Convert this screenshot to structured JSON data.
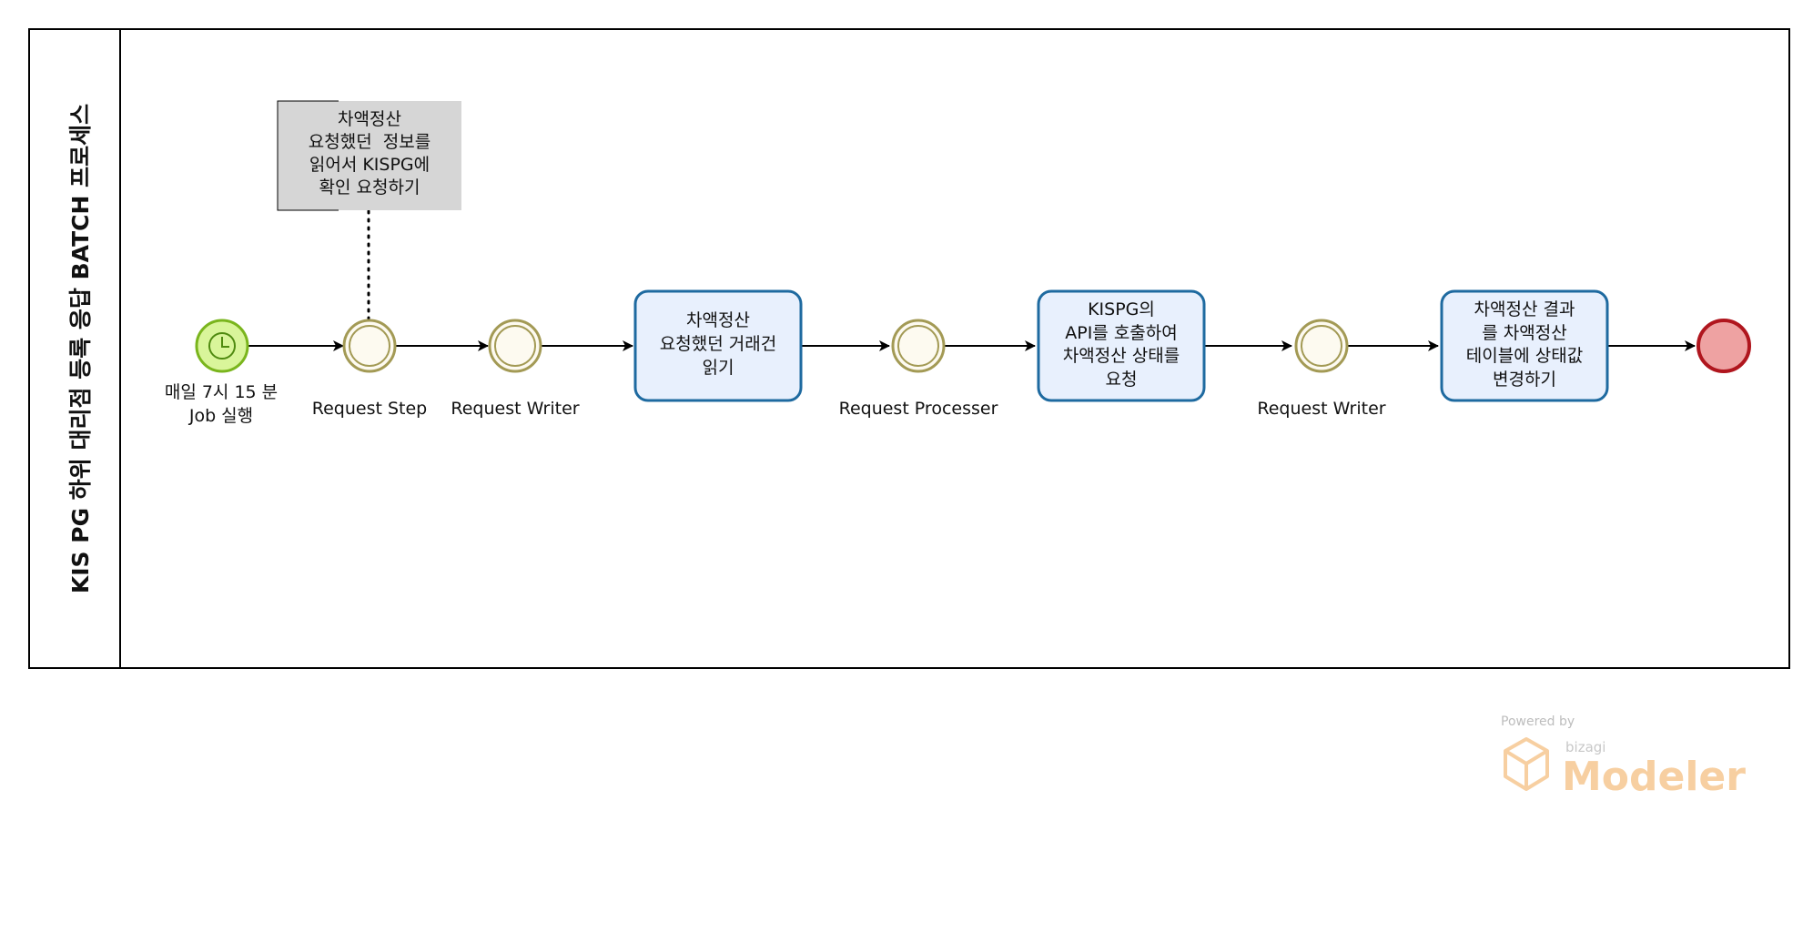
{
  "pool": {
    "title": "KIS PG 하위 대리점 등록 응답 BATCH 프로세스"
  },
  "start_event": {
    "label_lines": [
      "매일 7시 15 분",
      "Job 실행"
    ]
  },
  "annotation": {
    "lines": [
      "차액정산",
      "요청했던  정보를",
      "읽어서 KISPG에",
      "확인 요청하기"
    ]
  },
  "events": [
    {
      "label": "Request Step"
    },
    {
      "label": "Request Writer"
    },
    {
      "label": "Request Processer"
    },
    {
      "label": "Request Writer"
    }
  ],
  "tasks": [
    {
      "lines": [
        "차액정산",
        "요청했던 거래건",
        "읽기"
      ]
    },
    {
      "lines": [
        "KISPG의",
        "API를 호출하여",
        "차액정산 상태를",
        "요청"
      ]
    },
    {
      "lines": [
        "차액정산 결과",
        "를 차액정산",
        "테이블에 상태값",
        "변경하기"
      ]
    }
  ],
  "watermark": {
    "powered_by": "Powered by",
    "brand": "bizagi",
    "product": "Modeler"
  },
  "colors": {
    "start_fill": "#d9f59a",
    "start_stroke": "#7ab51d",
    "intermediate_stroke": "#a39a55",
    "intermediate_fill": "#fdfaf0",
    "task_fill": "#e8f0fd",
    "task_stroke": "#1e6aa0",
    "end_fill": "#eea2a2",
    "end_stroke": "#b0161e",
    "annotation_fill": "#d6d6d6"
  }
}
